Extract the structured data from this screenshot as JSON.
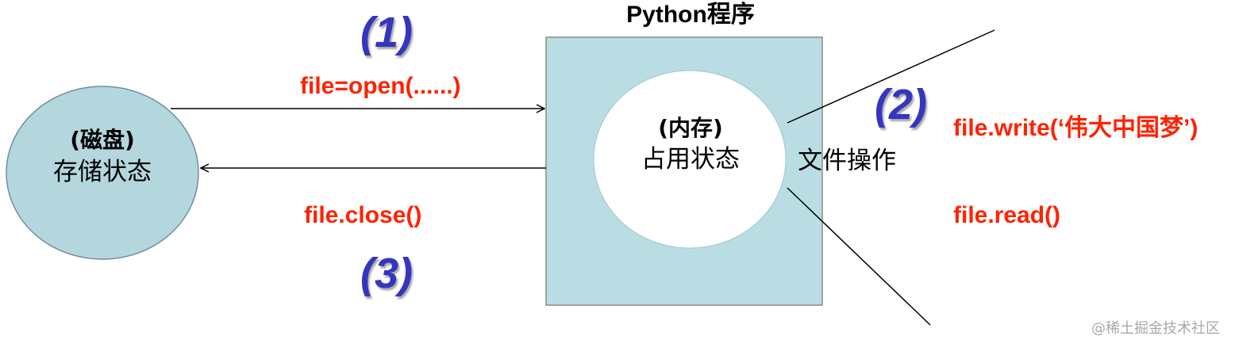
{
  "program_title": "Python程序",
  "disk": {
    "line1": "(磁盘)",
    "line2": "存储状态"
  },
  "memory": {
    "line1": "(内存)",
    "line2": "占用状态"
  },
  "file_ops_label": "文件操作",
  "steps": {
    "step1_number": "(1)",
    "step1_code": "file=open(......)",
    "step2_number": "(2)",
    "step2_code_write": "file.write(‘伟大中国梦’)",
    "step2_code_read": "file.read()",
    "step3_number": "(3)",
    "step3_code": "file.close()"
  },
  "watermark": "@稀土掘金技术社区",
  "colors": {
    "box_fill": "#b9dde2",
    "disk_fill": "#b3d7dd",
    "code_red": "#ff2200",
    "number_blue": "#3535c0"
  }
}
